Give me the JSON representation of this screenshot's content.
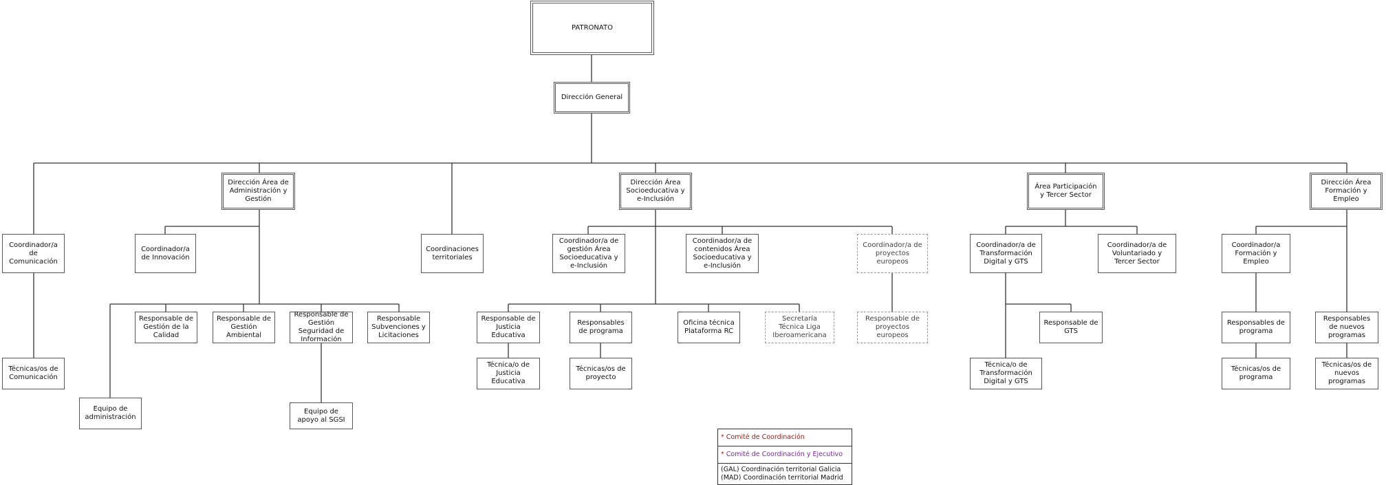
{
  "chart_data": {
    "type": "org-chart",
    "nodes": {
      "patronato": "PATRONATO",
      "direccion_general": "Dirección General",
      "coord_comunicacion": "Coordinador/a de Comunicación",
      "tecnicos_comunicacion": "Técnicas/os de Comunicación",
      "dir_admin": "Dirección Área de Administración y Gestión",
      "coord_innovacion": "Coordinador/a de Innovación",
      "equipo_admin": "Equipo de administración",
      "resp_calidad": "Responsable de Gestión de la Calidad",
      "resp_ambiental": "Responsable de Gestión Ambiental",
      "resp_seguridad": "Responsable de Gestión Seguridad de Información",
      "equipo_sgsi": "Equipo de apoyo al SGSI",
      "resp_subvenciones": "Responsable Subvenciones y Licitaciones",
      "coordinaciones_territoriales": "Coordinaciones territoriales",
      "dir_socio": "Dirección Área Socioeducativa y e-Inclusión",
      "coord_gestion_socio": "Coordinador/a de gestión Área Socioeducativa y e-Inclusión",
      "coord_contenidos_socio": "Coordinador/a de contenidos Área Socioeducativa y e-Inclusión",
      "coord_europeos": "Coordinador/a de proyectos europeos",
      "resp_europeos": "Responsable de proyectos europeos",
      "resp_justicia": "Responsable de Justicia Educativa",
      "tecnico_justicia": "Técnica/o de Justicia Educativa",
      "resp_programa": "Responsables de programa",
      "tecnicos_proyecto": "Técnicas/os de proyecto",
      "oficina_rc": "Oficina técnica Plataforma RC",
      "secretaria_liga": "Secretaría Técnica Liga Iberoamericana",
      "dir_participacion": "Área Participación y Tercer Sector",
      "coord_transformacion": "Coordinador/a de Transformación Digital y GTS",
      "resp_gts": "Responsable de GTS",
      "tecnico_transformacion": "Técnica/o de Transformación Digital y GTS",
      "coord_voluntariado": "Coordinador/a de Voluntariado y Tercer Sector",
      "dir_formacion": "Dirección Área Formación y Empleo",
      "coord_formacion": "Coordinador/a Formación y Empleo",
      "resp_programa_fe": "Responsables de programa",
      "tecnicos_programa_fe": "Técnicas/os de programa",
      "resp_nuevos": "Responsables de nuevos programas",
      "tecnicos_nuevos": "Técnicas/os de nuevos programas"
    },
    "edges": [
      [
        "patronato",
        "direccion_general"
      ],
      [
        "direccion_general",
        "coord_comunicacion"
      ],
      [
        "direccion_general",
        "dir_admin"
      ],
      [
        "direccion_general",
        "coordinaciones_territoriales"
      ],
      [
        "direccion_general",
        "dir_socio"
      ],
      [
        "direccion_general",
        "dir_participacion"
      ],
      [
        "direccion_general",
        "dir_formacion"
      ],
      [
        "coord_comunicacion",
        "tecnicos_comunicacion"
      ],
      [
        "dir_admin",
        "coord_innovacion"
      ],
      [
        "dir_admin",
        "equipo_admin"
      ],
      [
        "dir_admin",
        "resp_calidad"
      ],
      [
        "dir_admin",
        "resp_ambiental"
      ],
      [
        "dir_admin",
        "resp_seguridad"
      ],
      [
        "dir_admin",
        "resp_subvenciones"
      ],
      [
        "resp_seguridad",
        "equipo_sgsi"
      ],
      [
        "dir_socio",
        "coord_gestion_socio"
      ],
      [
        "dir_socio",
        "coord_contenidos_socio"
      ],
      [
        "dir_socio",
        "coord_europeos"
      ],
      [
        "dir_socio",
        "resp_justicia"
      ],
      [
        "dir_socio",
        "resp_programa"
      ],
      [
        "dir_socio",
        "oficina_rc"
      ],
      [
        "dir_socio",
        "secretaria_liga"
      ],
      [
        "coord_europeos",
        "resp_europeos"
      ],
      [
        "resp_justicia",
        "tecnico_justicia"
      ],
      [
        "resp_programa",
        "tecnicos_proyecto"
      ],
      [
        "dir_participacion",
        "coord_transformacion"
      ],
      [
        "dir_participacion",
        "coord_voluntariado"
      ],
      [
        "coord_transformacion",
        "resp_gts"
      ],
      [
        "coord_transformacion",
        "tecnico_transformacion"
      ],
      [
        "dir_formacion",
        "coord_formacion"
      ],
      [
        "dir_formacion",
        "resp_nuevos"
      ],
      [
        "coord_formacion",
        "resp_programa_fe"
      ],
      [
        "resp_programa_fe",
        "tecnicos_programa_fe"
      ],
      [
        "resp_nuevos",
        "tecnicos_nuevos"
      ]
    ]
  },
  "legend": {
    "item1_star": "*",
    "item1": "Comité de Coordinación",
    "item2_star": "*",
    "item2": "Comité de Coordinación y Ejecutivo",
    "item3_line1": "(GAL) Coordinación territorial Galicia",
    "item3_line2": "(MAD) Coordinación territorial Madrid"
  },
  "colors": {
    "line": "#333333",
    "border": "#555555",
    "comite": "#8a1c1c",
    "comite_ejecutivo": "#7a2a9a"
  }
}
